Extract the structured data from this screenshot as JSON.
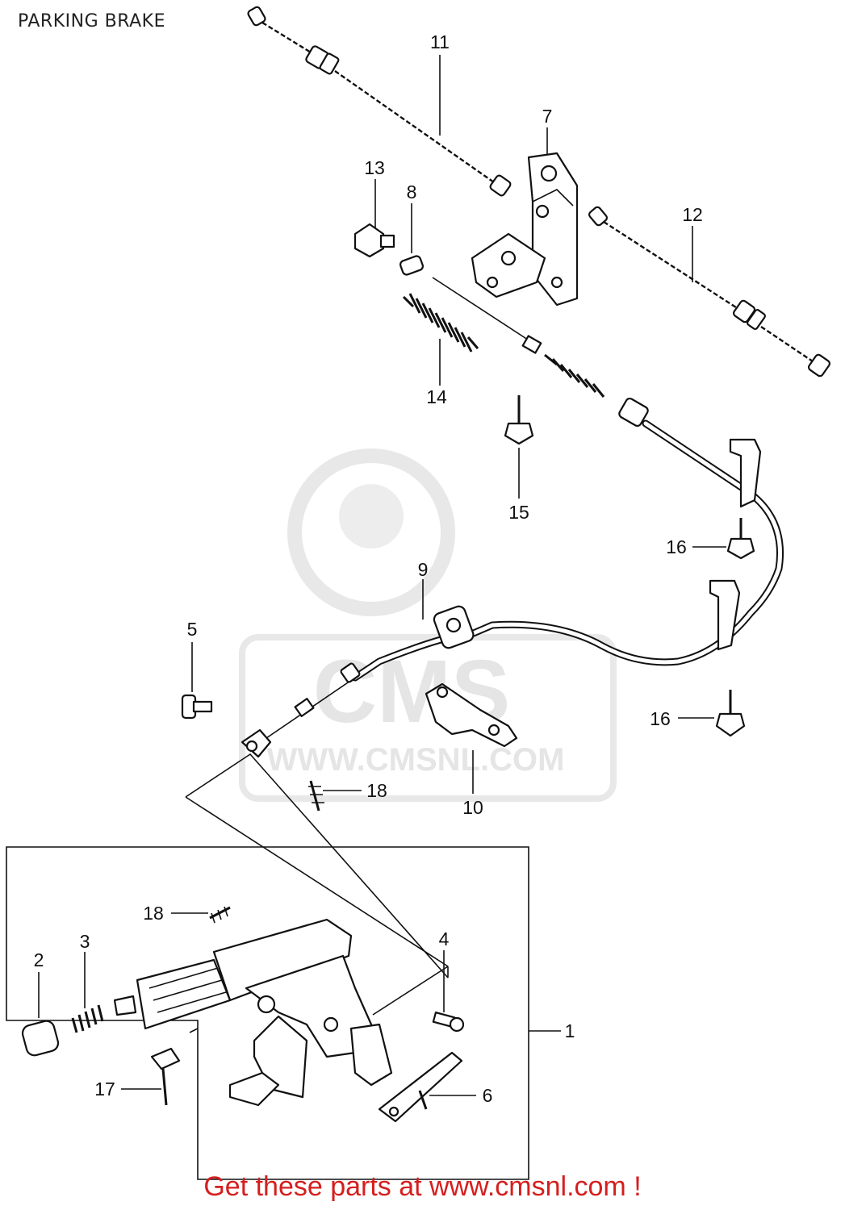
{
  "title": "PARKING BRAKE",
  "footer": "Get these parts at www.cmsnl.com !",
  "watermark": {
    "text1": "CMS",
    "text2": "WWW.CMSNL.COM"
  },
  "callouts": {
    "c1": "1",
    "c2": "2",
    "c3": "3",
    "c4": "4",
    "c5": "5",
    "c6": "6",
    "c7": "7",
    "c8": "8",
    "c9": "9",
    "c10": "10",
    "c11": "11",
    "c12": "12",
    "c13": "13",
    "c14": "14",
    "c15": "15",
    "c16a": "16",
    "c16b": "16",
    "c17": "17",
    "c18a": "18",
    "c18b": "18"
  },
  "colors": {
    "footer": "#d61e1e",
    "line": "#111111",
    "watermark": "#e3e3e3"
  }
}
